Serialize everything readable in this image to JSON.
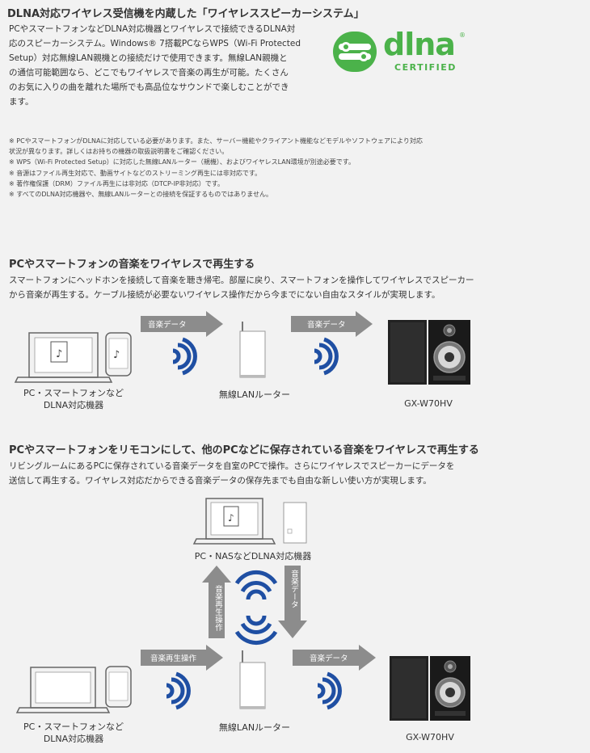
{
  "intro": {
    "title": "DLNA対応ワイヤレス受信機を内蔵した「ワイヤレススピーカーシステム」",
    "lines": [
      "PCやスマートフォンなどDLNA対応機器とワイヤレスで接続できるDLNA対",
      "応のスピーカーシステム。Windows® 7搭載PCならWPS（Wi-Fi Protected",
      "Setup）対応無線LAN親機との接続だけで使用できます。無線LAN親機と",
      "の通信可能範囲なら、どこでもワイヤレスで音楽の再生が可能。たくさん",
      "のお気に入りの曲を離れた場所でも高品位なサウンドで楽しむことができ",
      "ます。"
    ]
  },
  "logo": {
    "word": "dlna",
    "reg": "®",
    "certified": "CERTIFIED",
    "color": "#4bb24a"
  },
  "notes": [
    "※ PCやスマートフォンがDLNAに対応している必要があります。また、サーバー機能やクライアント機能などモデルやソフトウェアにより対応",
    "状況が異なります。詳しくはお持ちの機器の取扱説明書をご確認ください。",
    "※ WPS（Wi-Fi Protected Setup）に対応した無線LANルーター（親機）、およびワイヤレスLAN環境が別途必要です。",
    "※ 音源はファイル再生対応で、動画サイトなどのストリーミング再生には非対応です。",
    "※ 著作権保護（DRM）ファイル再生には非対応（DTCP-IP非対応）です。",
    "※ すべてのDLNA対応機器や、無線LANルーターとの接続を保証するものではありません。"
  ],
  "section1": {
    "title": "PCやスマートフォンの音楽をワイヤレスで再生する",
    "lines": [
      "スマートフォンにヘッドホンを接続して音楽を聴き帰宅。部屋に戻り、スマートフォンを操作してワイヤレスでスピーカー",
      "から音楽が再生する。ケーブル接続が必要ないワイヤレス操作だから今までにない自由なスタイルが実現します。"
    ],
    "arrow1": "音楽データ",
    "arrow2": "音楽データ",
    "cap_pc": [
      "PC・スマートフォンなど",
      "DLNA対応機器"
    ],
    "cap_router": "無線LANルーター",
    "cap_speaker": "GX-W70HV"
  },
  "section2": {
    "title": "PCやスマートフォンをリモコンにして、他のPCなどに保存されている音楽をワイヤレスで再生する",
    "lines": [
      "リビングルームにあるPCに保存されている音楽データを自室のPCで操作。さらにワイヤレスでスピーカーにデータを",
      "送信して再生する。ワイヤレス対応だからできる音楽データの保存先までも自由な新しい使い方が実現します。"
    ],
    "cap_nas": "PC・NASなどDLNA対応機器",
    "up_arrow": "音楽再生操作",
    "down_arrow": "音楽データ",
    "arrow1": "音楽再生操作",
    "arrow2": "音楽データ",
    "cap_pc": [
      "PC・スマートフォンなど",
      "DLNA対応機器"
    ],
    "cap_router": "無線LANルーター",
    "cap_speaker": "GX-W70HV"
  },
  "colors": {
    "wifi": "#1f4fa3",
    "arrow": "#8c8c8c",
    "device": "#666666"
  }
}
